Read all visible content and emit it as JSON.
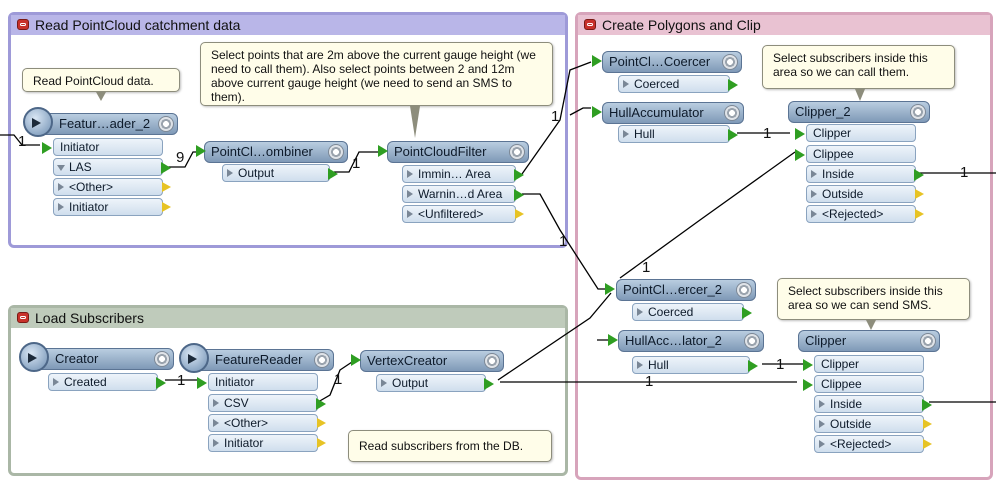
{
  "bookmarks": {
    "read_pointcloud": "Read PointCloud catchment data",
    "create_polygons": "Create Polygons and Clip",
    "load_subscribers": "Load Subscribers"
  },
  "annotations": {
    "read_pc": "Read PointCloud data.",
    "select_points": "Select points that are 2m above the current gauge height (we need to call them). Also select points between 2 and 12m above current gauge height (we need to send an SMS to them).",
    "call": "Select subscribers inside this area so we can call them.",
    "sms": "Select subscribers inside this area so we can send SMS.",
    "read_subs": "Read subscribers from the DB."
  },
  "transformers": {
    "feature_reader_2": {
      "name": "Featur…ader_2",
      "ports": [
        "Initiator",
        "LAS",
        "<Other>",
        "Initiator"
      ]
    },
    "pc_combiner": {
      "name": "PointCl…ombiner",
      "ports": [
        "Output"
      ]
    },
    "pc_filter": {
      "name": "PointCloudFilter",
      "ports": [
        "Immin… Area",
        "Warnin…d Area",
        "<Unfiltered>"
      ]
    },
    "pc_coercer": {
      "name": "PointCl…Coercer",
      "ports": [
        "Coerced"
      ]
    },
    "hull_acc": {
      "name": "HullAccumulator",
      "ports": [
        "Hull"
      ]
    },
    "clipper_2": {
      "name": "Clipper_2",
      "ports": [
        "Clipper",
        "Clippee",
        "Inside",
        "Outside",
        "<Rejected>"
      ]
    },
    "pc_coercer_2": {
      "name": "PointCl…ercer_2",
      "ports": [
        "Coerced"
      ]
    },
    "hull_acc_2": {
      "name": "HullAcc…lator_2",
      "ports": [
        "Hull"
      ]
    },
    "clipper": {
      "name": "Clipper",
      "ports": [
        "Clipper",
        "Clippee",
        "Inside",
        "Outside",
        "<Rejected>"
      ]
    },
    "creator": {
      "name": "Creator",
      "ports": [
        "Created"
      ]
    },
    "feature_reader": {
      "name": "FeatureReader",
      "ports": [
        "Initiator",
        "CSV",
        "<Other>",
        "Initiator"
      ]
    },
    "vertex_creator": {
      "name": "VertexCreator",
      "ports": [
        "Output"
      ]
    }
  },
  "counts": {
    "c_fr2_in": "1",
    "c_las": "9",
    "c_comb": "1",
    "c_filter_up": "1",
    "c_filter_down": "1",
    "c_hull": "1",
    "c_inside2": "1",
    "c_coercer2_in": "1",
    "c_hull2": "1",
    "c_created": "1",
    "c_csv": "1",
    "c_vertex": "1"
  }
}
